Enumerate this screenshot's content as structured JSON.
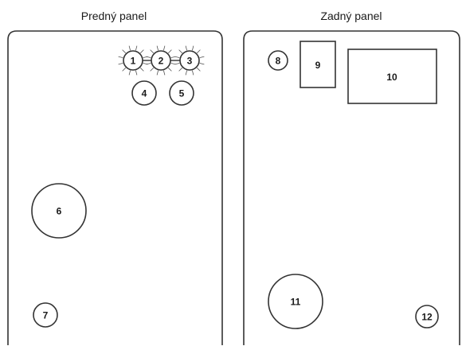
{
  "front_panel": {
    "title": "Predný panel",
    "leds": [
      "1",
      "2",
      "3"
    ],
    "connectors": [
      "4",
      "5",
      "6",
      "7"
    ]
  },
  "back_panel": {
    "title": "Zadný panel",
    "items": [
      "8",
      "9",
      "10",
      "11",
      "12"
    ]
  }
}
